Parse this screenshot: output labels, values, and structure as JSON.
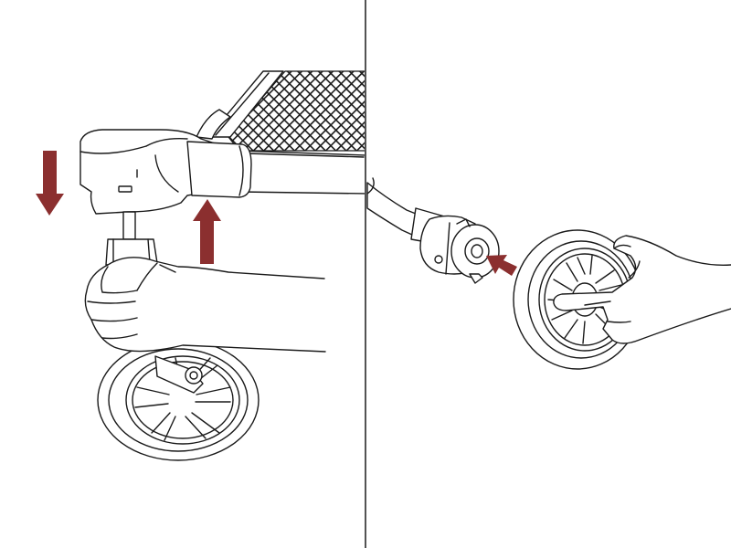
{
  "diagram": {
    "panels": [
      {
        "name": "panel-left",
        "step": "remove-front-wheel"
      },
      {
        "name": "panel-right",
        "step": "attach-rear-wheel"
      }
    ],
    "icons": [
      "arrow-down-icon",
      "arrow-up-icon",
      "arrow-insert-icon"
    ],
    "colors": {
      "line": "#1a1a1a",
      "arrow": "#8b2f2f",
      "background": "#ffffff",
      "mesh": "#1a1a1a"
    }
  }
}
